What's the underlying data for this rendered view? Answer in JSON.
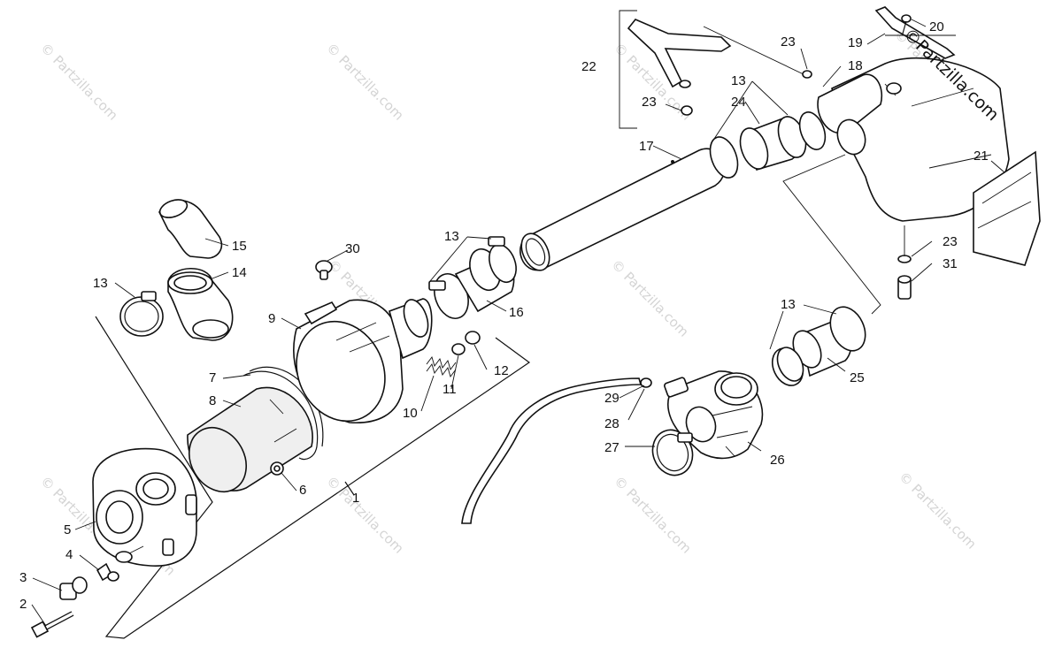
{
  "brand_watermark": "©Partzilla.com",
  "watermarks": [
    "© Partzilla.com",
    "© Partzilla.com",
    "© Partzilla.com",
    "© Partzilla.com",
    "© Partzilla.com",
    "© Partzilla.com",
    "© Partzilla.com",
    "© Partzilla.com",
    "© Partzilla.com",
    "© Partzilla.com",
    "© Partzilla.com"
  ],
  "callouts": [
    "1",
    "2",
    "3",
    "4",
    "5",
    "6",
    "7",
    "8",
    "9",
    "10",
    "11",
    "12",
    "13",
    "13",
    "13",
    "13",
    "13",
    "14",
    "15",
    "16",
    "17",
    "18",
    "19",
    "20",
    "21",
    "22",
    "23",
    "23",
    "23",
    "24",
    "25",
    "26",
    "27",
    "28",
    "29",
    "30",
    "31"
  ]
}
